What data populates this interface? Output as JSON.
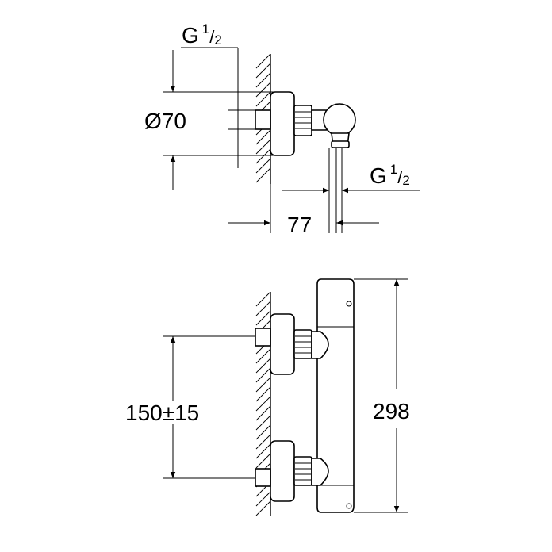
{
  "top_view": {
    "inlet_thread": {
      "base": "G",
      "num": "1",
      "den": "2"
    },
    "outlet_thread": {
      "base": "G",
      "num": "1",
      "den": "2"
    },
    "diameter": "Ø70",
    "projection": "77"
  },
  "front_view": {
    "centres": "150±15",
    "height": "298"
  }
}
